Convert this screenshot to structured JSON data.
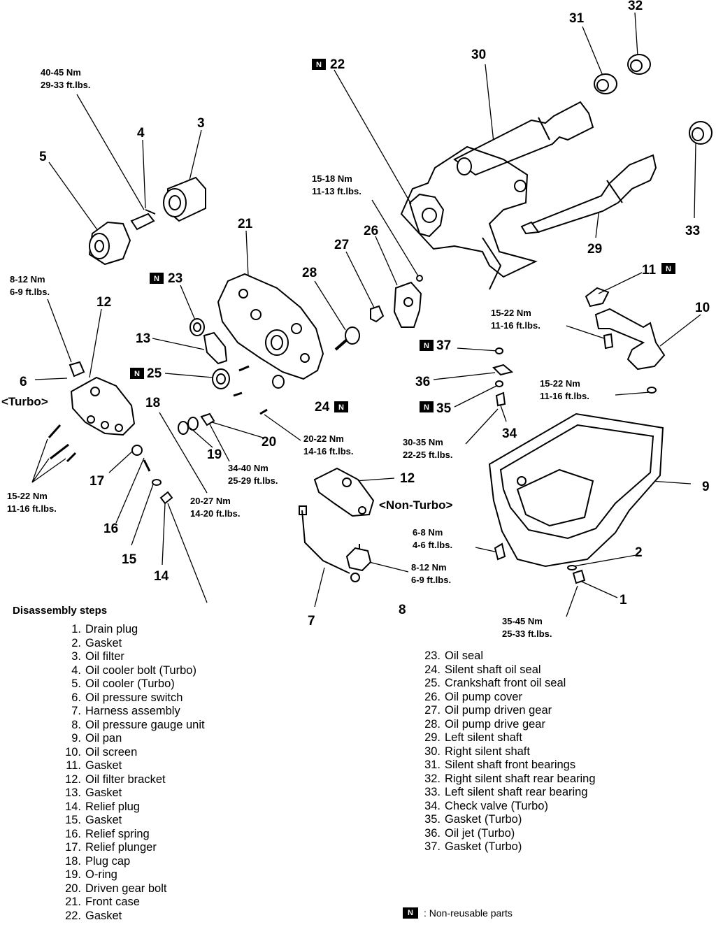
{
  "callouts": {
    "c1": "1",
    "c2": "2",
    "c3": "3",
    "c4": "4",
    "c5": "5",
    "c6": "6",
    "c7": "7",
    "c8": "8",
    "c9": "9",
    "c10": "10",
    "c11": "11",
    "c12a": "12",
    "c12b": "12",
    "c13": "13",
    "c14": "14",
    "c15": "15",
    "c16": "16",
    "c17": "17",
    "c18": "18",
    "c19": "19",
    "c20": "20",
    "c21": "21",
    "c22": "22",
    "c23": "23",
    "c24": "24",
    "c25": "25",
    "c26": "26",
    "c27": "27",
    "c28": "28",
    "c29": "29",
    "c30": "30",
    "c31": "31",
    "c32": "32",
    "c33": "33",
    "c34": "34",
    "c35": "35",
    "c36": "36",
    "c37": "37"
  },
  "torques": {
    "t_oil_cooler_bolt": [
      "40-45 Nm",
      "29-33 ft.lbs."
    ],
    "t_pump_cover": [
      "15-18 Nm",
      "11-13 ft.lbs."
    ],
    "t_pressure_switch": [
      "8-12 Nm",
      "6-9 ft.lbs."
    ],
    "t_screen": [
      "15-22 Nm",
      "11-16 ft.lbs."
    ],
    "t_jet": [
      "15-22 Nm",
      "11-16 ft.lbs."
    ],
    "t_front_case": [
      "20-22 Nm",
      "14-16 ft.lbs."
    ],
    "t_check_valve": [
      "30-35 Nm",
      "22-25 ft.lbs."
    ],
    "t_driven_gear": [
      "34-40 Nm",
      "25-29 ft.lbs."
    ],
    "t_bracket_bolts": [
      "15-22 Nm",
      "11-16 ft.lbs."
    ],
    "t_plug_cap": [
      "20-27 Nm",
      "14-20 ft.lbs."
    ],
    "t_pan_bolts": [
      "6-8 Nm",
      "4-6 ft.lbs."
    ],
    "t_gauge_unit": [
      "8-12 Nm",
      "6-9 ft.lbs."
    ],
    "t_drain": [
      "35-45 Nm",
      "25-33 ft.lbs."
    ]
  },
  "variants": {
    "turbo": "<Turbo>",
    "non_turbo": "<Non-Turbo>"
  },
  "non_reusable_mark": "N",
  "steps_title": "Disassembly steps",
  "steps": [
    {
      "n": "1.",
      "t": "Drain plug"
    },
    {
      "n": "2.",
      "t": "Gasket"
    },
    {
      "n": "3.",
      "t": "Oil filter"
    },
    {
      "n": "4.",
      "t": "Oil cooler bolt (Turbo)"
    },
    {
      "n": "5.",
      "t": "Oil cooler (Turbo)"
    },
    {
      "n": "6.",
      "t": "Oil pressure switch"
    },
    {
      "n": "7.",
      "t": "Harness assembly"
    },
    {
      "n": "8.",
      "t": "Oil pressure gauge unit"
    },
    {
      "n": "9.",
      "t": "Oil pan"
    },
    {
      "n": "10.",
      "t": "Oil screen"
    },
    {
      "n": "11.",
      "t": "Gasket"
    },
    {
      "n": "12.",
      "t": "Oil filter bracket"
    },
    {
      "n": "13.",
      "t": "Gasket"
    },
    {
      "n": "14.",
      "t": "Relief plug"
    },
    {
      "n": "15.",
      "t": "Gasket"
    },
    {
      "n": "16.",
      "t": "Relief spring"
    },
    {
      "n": "17.",
      "t": "Relief plunger"
    },
    {
      "n": "18.",
      "t": "Plug cap"
    },
    {
      "n": "19.",
      "t": "O-ring"
    },
    {
      "n": "20.",
      "t": "Driven gear bolt"
    },
    {
      "n": "21.",
      "t": "Front case"
    },
    {
      "n": "22.",
      "t": "Gasket"
    },
    {
      "n": "23.",
      "t": "Oil seal"
    },
    {
      "n": "24.",
      "t": "Silent shaft oil seal"
    },
    {
      "n": "25.",
      "t": "Crankshaft front oil seal"
    },
    {
      "n": "26.",
      "t": "Oil pump cover"
    },
    {
      "n": "27.",
      "t": "Oil pump driven gear"
    },
    {
      "n": "28.",
      "t": "Oil pump drive gear"
    },
    {
      "n": "29.",
      "t": "Left silent shaft"
    },
    {
      "n": "30.",
      "t": "Right silent shaft"
    },
    {
      "n": "31.",
      "t": "Silent shaft front bearings"
    },
    {
      "n": "32.",
      "t": "Right silent shaft rear bearing"
    },
    {
      "n": "33.",
      "t": "Left silent shaft rear bearing"
    },
    {
      "n": "34.",
      "t": "Check valve (Turbo)"
    },
    {
      "n": "35.",
      "t": "Gasket (Turbo)"
    },
    {
      "n": "36.",
      "t": "Oil jet (Turbo)"
    },
    {
      "n": "37.",
      "t": "Gasket (Turbo)"
    }
  ],
  "legend": {
    "text": ": Non-reusable parts"
  }
}
